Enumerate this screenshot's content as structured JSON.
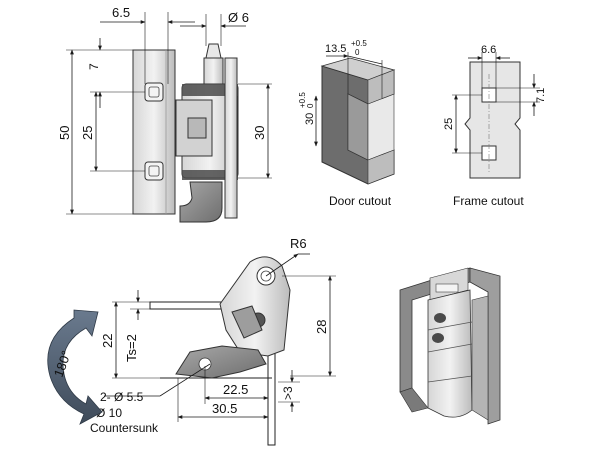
{
  "front_view": {
    "dim_width": "6.5",
    "dim_pin_dia": "Ø 6",
    "dim_top": "7",
    "dim_total": "50",
    "dim_spacing": "25",
    "dim_body": "30"
  },
  "door_cutout": {
    "dim_width": "13.5",
    "tol_width_upper": "+0.5",
    "tol_width_lower": "0",
    "dim_height": "30",
    "tol_height_upper": "+0.5",
    "tol_height_lower": "0",
    "caption": "Door cutout"
  },
  "frame_cutout": {
    "dim_width": "6.6",
    "dim_hole": "7.1",
    "dim_spacing": "25",
    "caption": "Frame cutout"
  },
  "side_view": {
    "dim_radius": "R6",
    "dim_rotation": "180°",
    "dim_height": "22",
    "dim_thickness": "Ts=2",
    "dim_hole": "2- Ø 5.5",
    "dim_countersink_dia": "Ø 10",
    "countersink_label": "Countersunk",
    "dim_offset": "22.5",
    "dim_width": "30.5",
    "dim_overall": "28",
    "dim_gap": ">3"
  },
  "colors": {
    "metal_light": "#e4e4e4",
    "metal_mid": "#c4c4c4",
    "metal_dark": "#8e8e8e",
    "rotation_arrow": "#5b6b7e"
  }
}
